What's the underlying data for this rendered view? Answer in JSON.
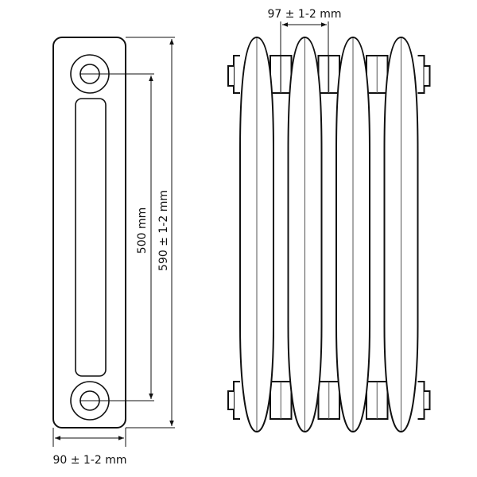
{
  "title": "Radiator section dimensions",
  "dimensions": {
    "section_pitch": "97 ± 1-2 mm",
    "connection_center_distance": "500 mm",
    "total_height": "590 ± 1-2 mm",
    "depth": "90 ± 1-2 mm"
  },
  "section_count": 4,
  "colors": {
    "stroke": "#111111",
    "thin": "#555555",
    "background": "#ffffff"
  }
}
